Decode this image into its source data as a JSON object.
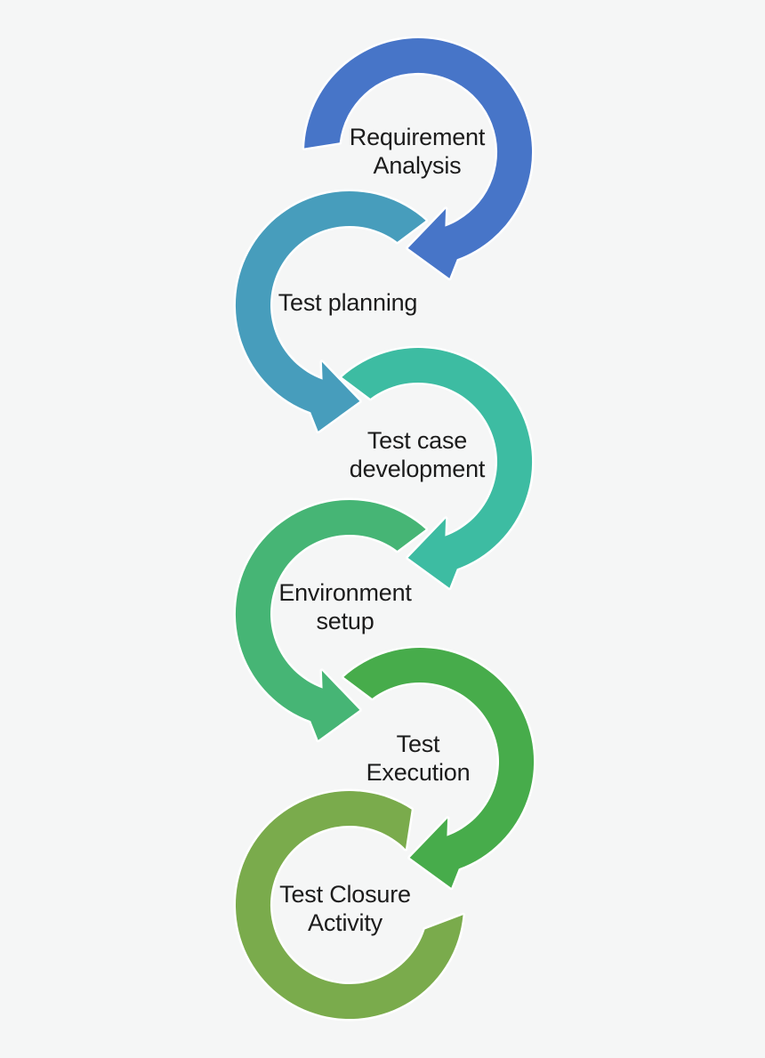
{
  "diagram": {
    "background_color": "#f5f6f6",
    "text_color": "#1c1c1c",
    "outline_color": "#ffffff"
  },
  "stages": [
    {
      "id": "requirement-analysis",
      "label": "Requirement\nAnalysis",
      "color": "#4775C8"
    },
    {
      "id": "test-planning",
      "label": "Test planning",
      "color": "#479DBC"
    },
    {
      "id": "test-case-development",
      "label": "Test case\ndevelopment",
      "color": "#3DBCA2"
    },
    {
      "id": "environment-setup",
      "label": "Environment\nsetup",
      "color": "#46B575"
    },
    {
      "id": "test-execution",
      "label": "Test\nExecution",
      "color": "#47AC4B"
    },
    {
      "id": "test-closure-activity",
      "label": "Test Closure\nActivity",
      "color": "#7AAB4C"
    }
  ]
}
